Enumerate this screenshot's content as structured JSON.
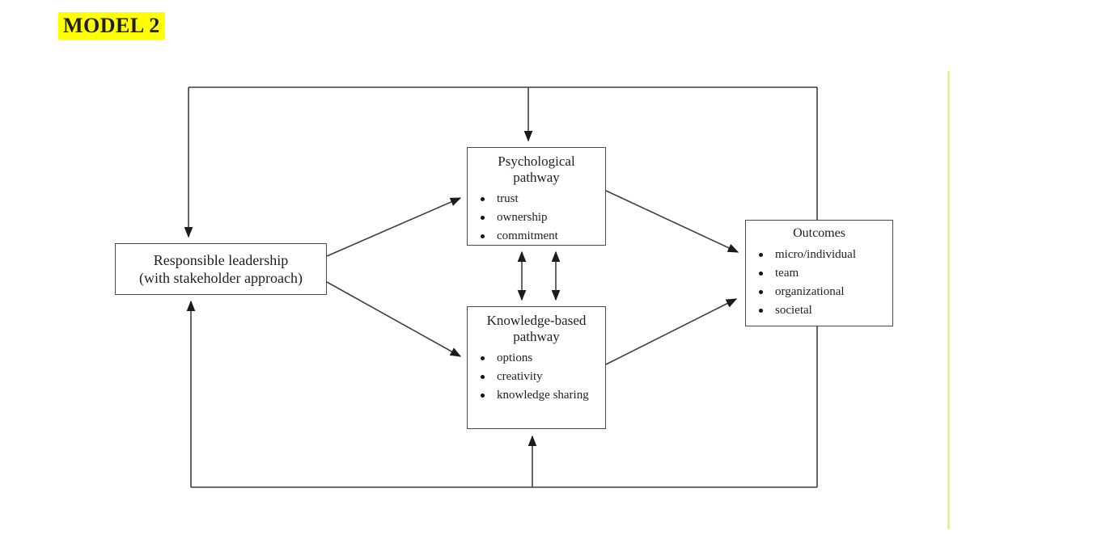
{
  "page": {
    "title": "MODEL 2"
  },
  "diagram": {
    "leadership_box": {
      "line1": "Responsible leadership",
      "line2": "(with stakeholder approach)"
    },
    "psychological_box": {
      "title_line1": "Psychological",
      "title_line2": "pathway",
      "bullets": [
        "trust",
        "ownership",
        "commitment"
      ]
    },
    "knowledge_box": {
      "title_line1": "Knowledge-based",
      "title_line2": "pathway",
      "bullets": [
        "options",
        "creativity",
        "knowledge sharing"
      ]
    },
    "outcomes_box": {
      "title": "Outcomes",
      "bullets": [
        "micro/individual",
        "team",
        "organizational",
        "societal"
      ]
    },
    "colors": {
      "highlight": "#ffff00",
      "line": "#3f3f3f",
      "text": "#1f1f1f",
      "margin_line": "#eef07d",
      "background": "#ffffff"
    }
  }
}
